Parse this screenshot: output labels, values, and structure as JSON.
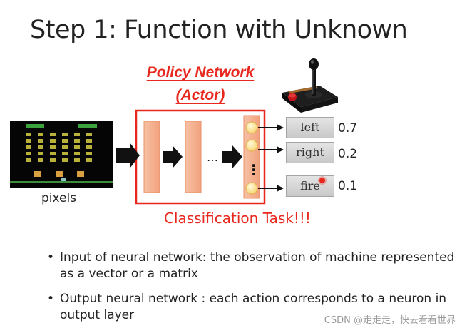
{
  "title": "Step 1: Function with Unknown",
  "policy_network": {
    "line1": "Policy Network",
    "line2": "(Actor)"
  },
  "input_label": "pixels",
  "hidden_ellipsis": "…",
  "output_ellipsis": "⋮",
  "actions": [
    {
      "label": "left",
      "prob": "0.7"
    },
    {
      "label": "right",
      "prob": "0.2"
    },
    {
      "label": "fire",
      "prob": "0.1"
    }
  ],
  "classification_note": "Classification Task!!!",
  "bullets": [
    "Input of neural network: the observation of machine represented as a vector or a matrix",
    "Output neural network : each action corresponds to a neuron in output layer"
  ],
  "bullet_symbol": "•",
  "watermark": "CSDN @走走走，快去看看世界",
  "colors": {
    "accent_red": "#e8281e",
    "layer_fill": "#f5b08c",
    "neuron_fill": "#fde9a0"
  },
  "icons": [
    "joystick-icon",
    "space-invaders-screen",
    "arrow-icon"
  ]
}
